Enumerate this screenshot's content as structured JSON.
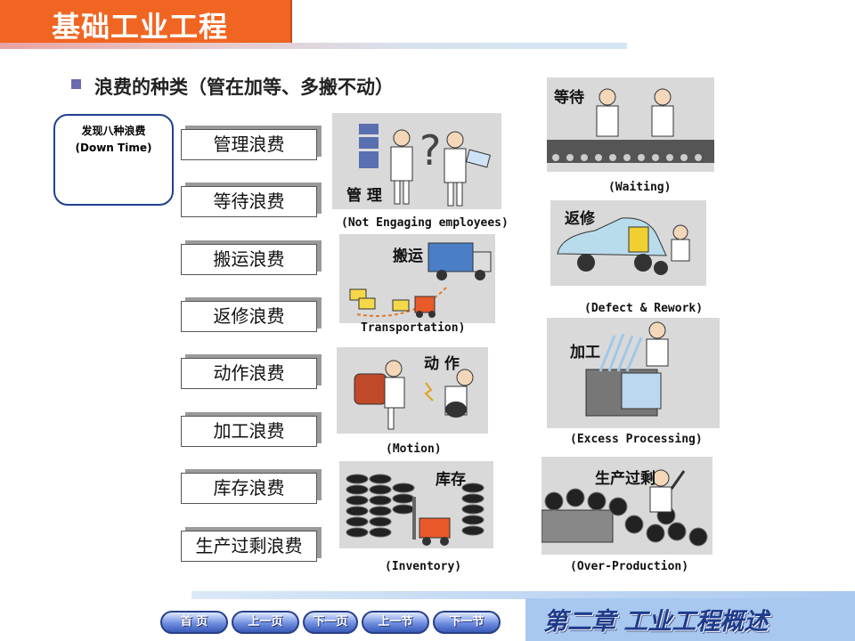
{
  "header": {
    "title": "基础工业工程"
  },
  "subtitle": "浪费的种类（管在加等、多搬不动）",
  "down_box": {
    "line1": "发现八种浪费",
    "line2": "(Down Time)"
  },
  "categories": [
    "管理浪费",
    "等待浪费",
    "搬运浪费",
    "返修浪费",
    "动作浪费",
    "加工浪费",
    "库存浪费",
    "生产过剩浪费"
  ],
  "panels": {
    "management": {
      "label": "管 理",
      "caption": "(Not Engaging employees)"
    },
    "transport": {
      "label": "搬运",
      "caption": "Transportation)"
    },
    "motion": {
      "label": "动 作",
      "caption": "(Motion)"
    },
    "inventory": {
      "label": "库存",
      "caption": "(Inventory)"
    },
    "waiting": {
      "label": "等待",
      "caption": "(Waiting)"
    },
    "rework": {
      "label": "返修",
      "caption": "(Defect & Rework)"
    },
    "processing": {
      "label": "加工",
      "caption": "(Excess Processing)"
    },
    "overproduction": {
      "label": "生产过剩",
      "caption": "(Over-Production)"
    }
  },
  "footer": {
    "title": "第二章 工业工程概述"
  },
  "nav": [
    "首 页",
    "上一页",
    "下一页",
    "上一节",
    "下一节"
  ],
  "colors": {
    "header_orange": "#f16522",
    "nav_blue": "#3a5bb8",
    "footer_blue": "#a8c8f0"
  }
}
